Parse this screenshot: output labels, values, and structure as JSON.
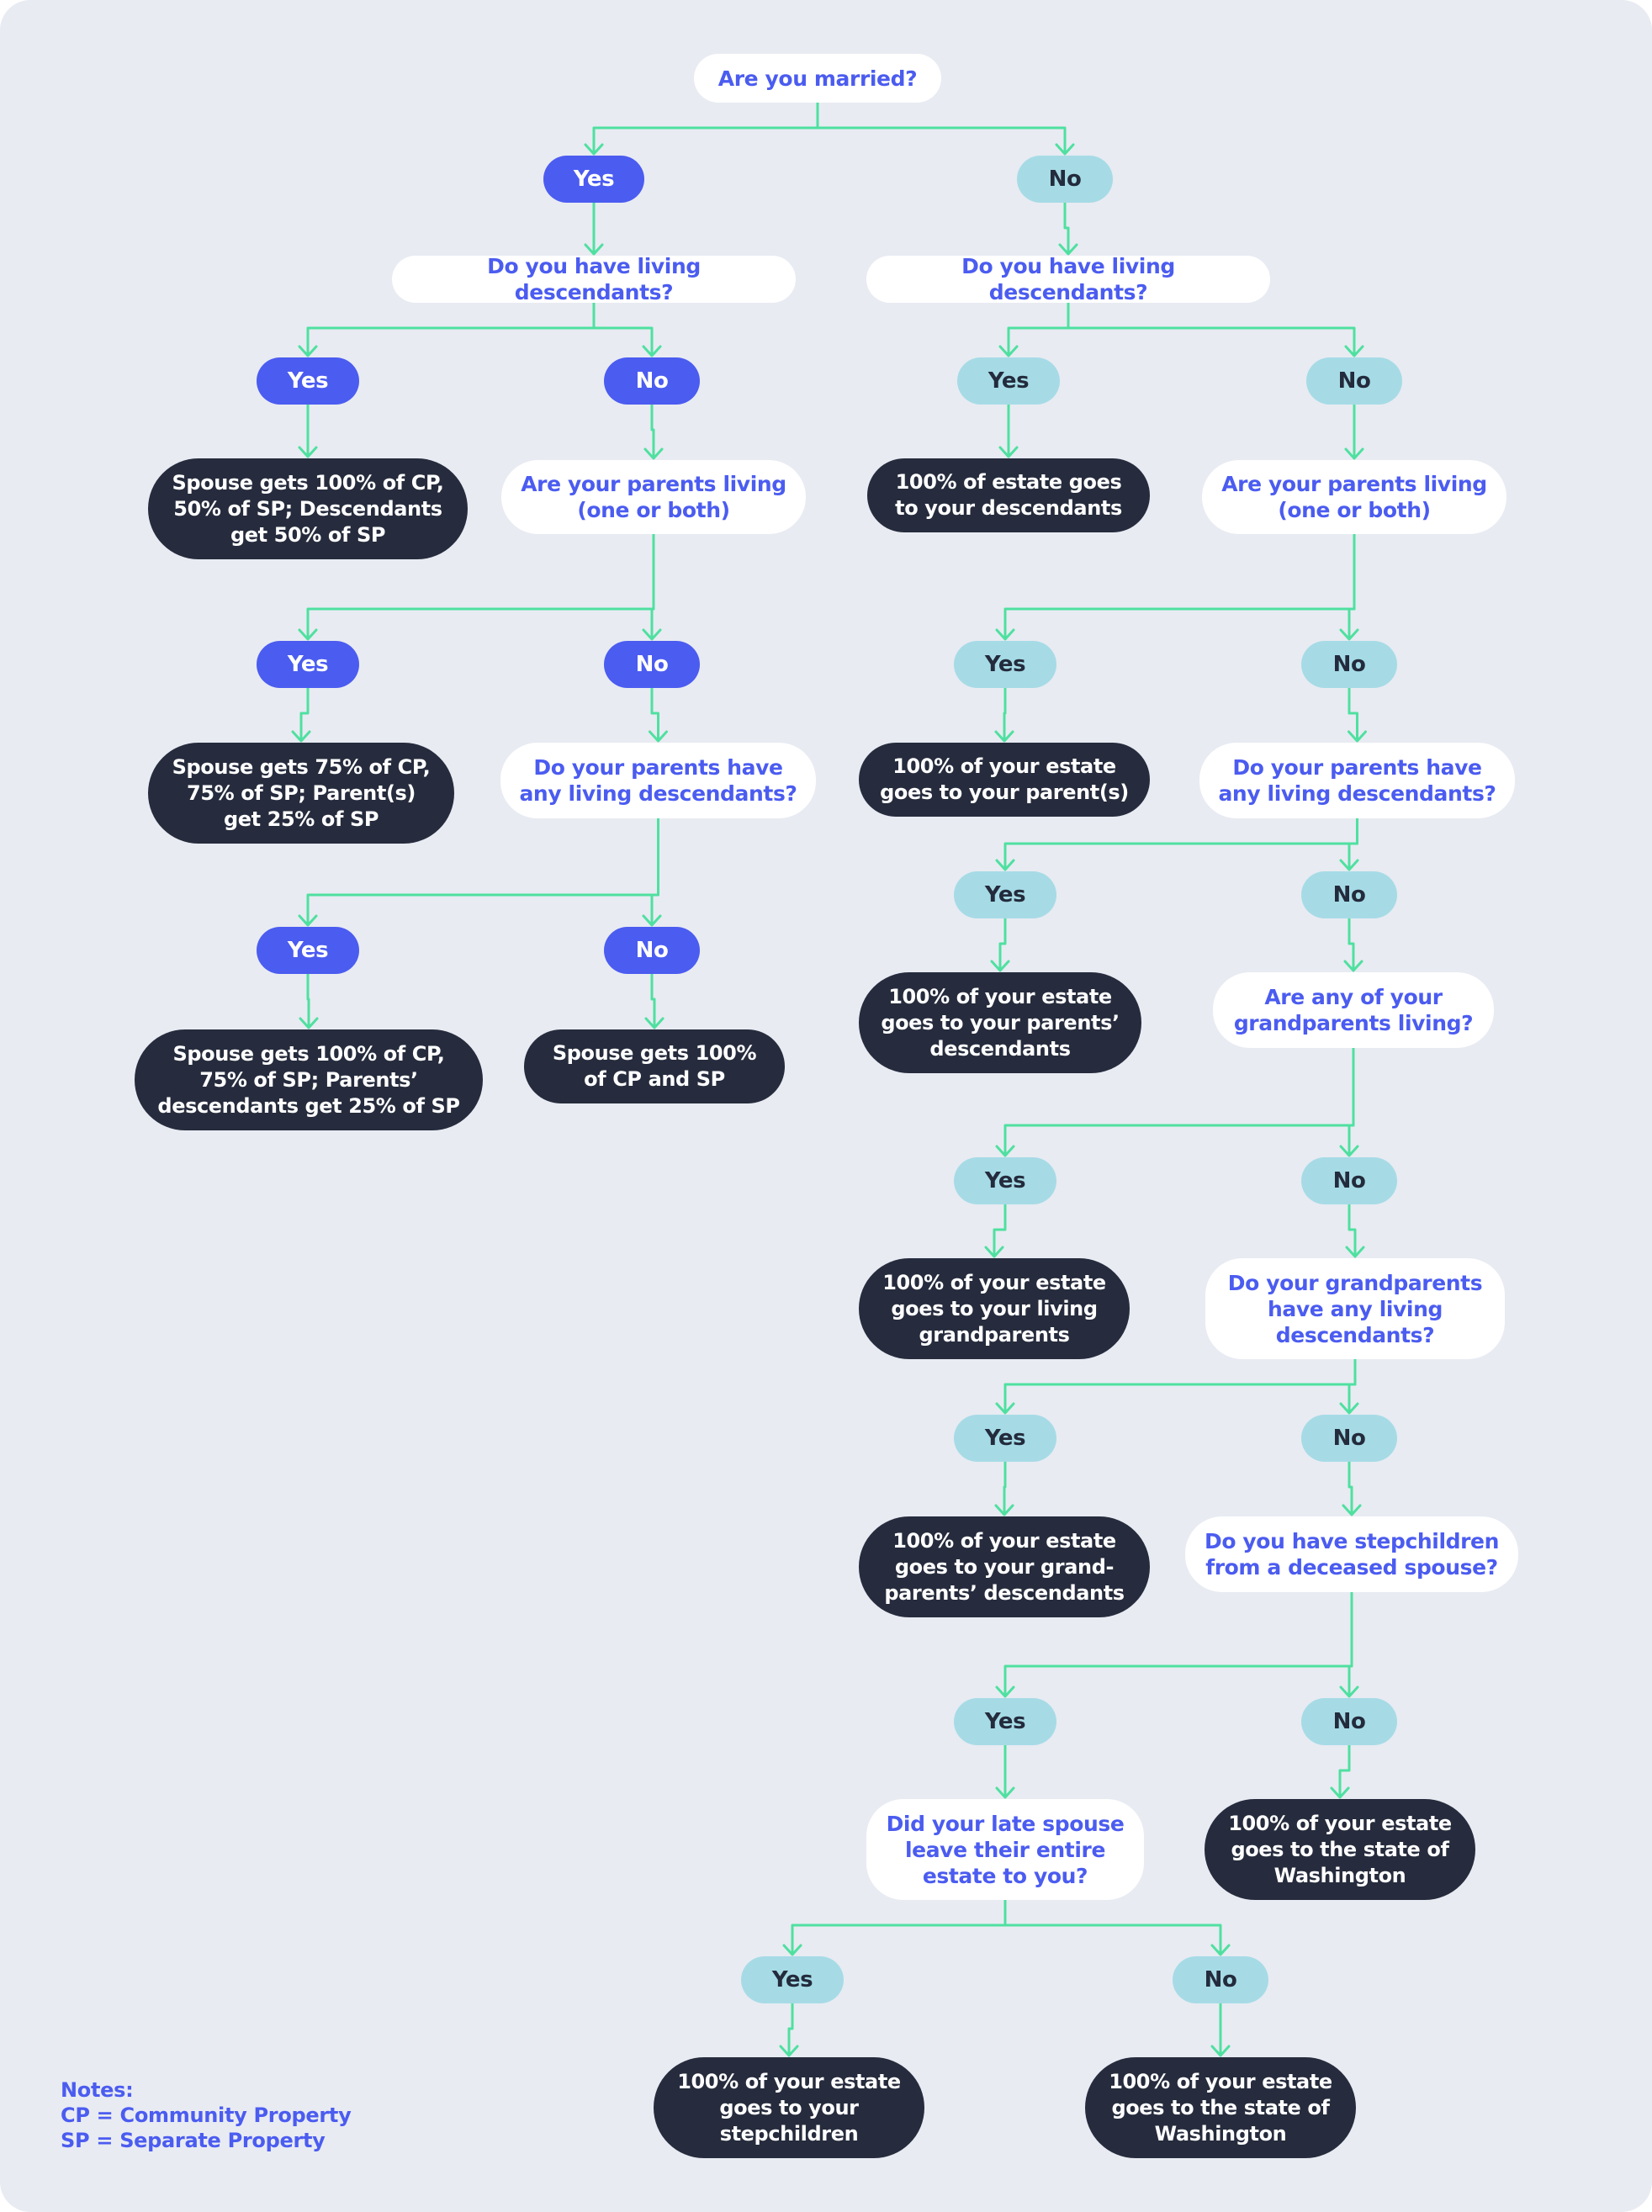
{
  "colors": {
    "background": "#e8ebf2",
    "connector": "#4fe0a0",
    "question_text": "#4b5cf0",
    "result_fill": "#262c3d",
    "married_branch_fill": "#4b5cf0",
    "unmarried_branch_fill": "#a6dbe6"
  },
  "nodes": {
    "q_married": "Are you married?",
    "m_yes": "Yes",
    "m_no": "No",
    "my_q_desc": "Do you have living descendants?",
    "my_desc_yes": "Yes",
    "my_desc_no": "No",
    "my_r_desc": "Spouse gets 100% of CP,\n50% of SP; Descendants\nget 50% of SP",
    "my_q_parents": "Are your parents living\n(one or both)",
    "my_par_yes": "Yes",
    "my_par_no": "No",
    "my_r_parents": "Spouse gets 75% of CP,\n75% of SP; Parent(s)\nget 25% of SP",
    "my_q_pdesc": "Do your parents have\nany living descendants?",
    "my_pdesc_yes": "Yes",
    "my_pdesc_no": "No",
    "my_r_pdesc_yes": "Spouse gets 100% of CP,\n75% of SP; Parents’\ndescendants get 25% of SP",
    "my_r_pdesc_no": "Spouse gets 100%\nof CP and SP",
    "mn_q_desc": "Do you have living descendants?",
    "mn_desc_yes": "Yes",
    "mn_desc_no": "No",
    "mn_r_desc": "100% of estate goes\nto your descendants",
    "mn_q_parents": "Are your parents living\n(one or both)",
    "mn_par_yes": "Yes",
    "mn_par_no": "No",
    "mn_r_parents": "100% of your estate\ngoes to your parent(s)",
    "mn_q_pdesc": "Do your parents have\nany living descendants?",
    "mn_pdesc_yes": "Yes",
    "mn_pdesc_no": "No",
    "mn_r_pdesc": "100% of your estate\ngoes to your parents’\ndescendants",
    "mn_q_gp": "Are any of your\ngrandparents living?",
    "mn_gp_yes": "Yes",
    "mn_gp_no": "No",
    "mn_r_gp": "100% of your estate\ngoes to your living\ngrandparents",
    "mn_q_gpdesc": "Do your grandparents\nhave any living\ndescendants?",
    "mn_gpdesc_yes": "Yes",
    "mn_gpdesc_no": "No",
    "mn_r_gpdesc": "100% of your estate\ngoes to your grand-\nparents’ descendants",
    "mn_q_step": "Do you have stepchildren\nfrom a deceased spouse?",
    "mn_step_yes": "Yes",
    "mn_step_no": "No",
    "mn_q_late": "Did your late spouse\nleave their entire\nestate to you?",
    "mn_r_step_no": "100% of your estate\ngoes to the state of\nWashington",
    "mn_late_yes": "Yes",
    "mn_late_no": "No",
    "mn_r_late_yes": "100% of your estate\ngoes to your\nstepchildren",
    "mn_r_late_no": "100% of your estate\ngoes to the state of\nWashington"
  },
  "edges": [
    [
      "q_married",
      "m_yes"
    ],
    [
      "q_married",
      "m_no"
    ],
    [
      "m_yes",
      "my_q_desc"
    ],
    [
      "m_no",
      "mn_q_desc"
    ],
    [
      "my_q_desc",
      "my_desc_yes"
    ],
    [
      "my_q_desc",
      "my_desc_no"
    ],
    [
      "my_desc_yes",
      "my_r_desc"
    ],
    [
      "my_desc_no",
      "my_q_parents"
    ],
    [
      "my_q_parents",
      "my_par_yes"
    ],
    [
      "my_q_parents",
      "my_par_no"
    ],
    [
      "my_par_yes",
      "my_r_parents"
    ],
    [
      "my_par_no",
      "my_q_pdesc"
    ],
    [
      "my_q_pdesc",
      "my_pdesc_yes"
    ],
    [
      "my_q_pdesc",
      "my_pdesc_no"
    ],
    [
      "my_pdesc_yes",
      "my_r_pdesc_yes"
    ],
    [
      "my_pdesc_no",
      "my_r_pdesc_no"
    ],
    [
      "mn_q_desc",
      "mn_desc_yes"
    ],
    [
      "mn_q_desc",
      "mn_desc_no"
    ],
    [
      "mn_desc_yes",
      "mn_r_desc"
    ],
    [
      "mn_desc_no",
      "mn_q_parents"
    ],
    [
      "mn_q_parents",
      "mn_par_yes"
    ],
    [
      "mn_q_parents",
      "mn_par_no"
    ],
    [
      "mn_par_yes",
      "mn_r_parents"
    ],
    [
      "mn_par_no",
      "mn_q_pdesc"
    ],
    [
      "mn_q_pdesc",
      "mn_pdesc_yes"
    ],
    [
      "mn_q_pdesc",
      "mn_pdesc_no"
    ],
    [
      "mn_pdesc_yes",
      "mn_r_pdesc"
    ],
    [
      "mn_pdesc_no",
      "mn_q_gp"
    ],
    [
      "mn_q_gp",
      "mn_gp_yes"
    ],
    [
      "mn_q_gp",
      "mn_gp_no"
    ],
    [
      "mn_gp_yes",
      "mn_r_gp"
    ],
    [
      "mn_gp_no",
      "mn_q_gpdesc"
    ],
    [
      "mn_q_gpdesc",
      "mn_gpdesc_yes"
    ],
    [
      "mn_q_gpdesc",
      "mn_gpdesc_no"
    ],
    [
      "mn_gpdesc_yes",
      "mn_r_gpdesc"
    ],
    [
      "mn_gpdesc_no",
      "mn_q_step"
    ],
    [
      "mn_q_step",
      "mn_step_yes"
    ],
    [
      "mn_q_step",
      "mn_step_no"
    ],
    [
      "mn_step_yes",
      "mn_q_late"
    ],
    [
      "mn_step_no",
      "mn_r_step_no"
    ],
    [
      "mn_q_late",
      "mn_late_yes"
    ],
    [
      "mn_q_late",
      "mn_late_no"
    ],
    [
      "mn_late_yes",
      "mn_r_late_yes"
    ],
    [
      "mn_late_no",
      "mn_r_late_no"
    ]
  ],
  "notes": {
    "title": "Notes:",
    "cp": "CP = Community Property",
    "sp": "SP = Separate Property"
  }
}
